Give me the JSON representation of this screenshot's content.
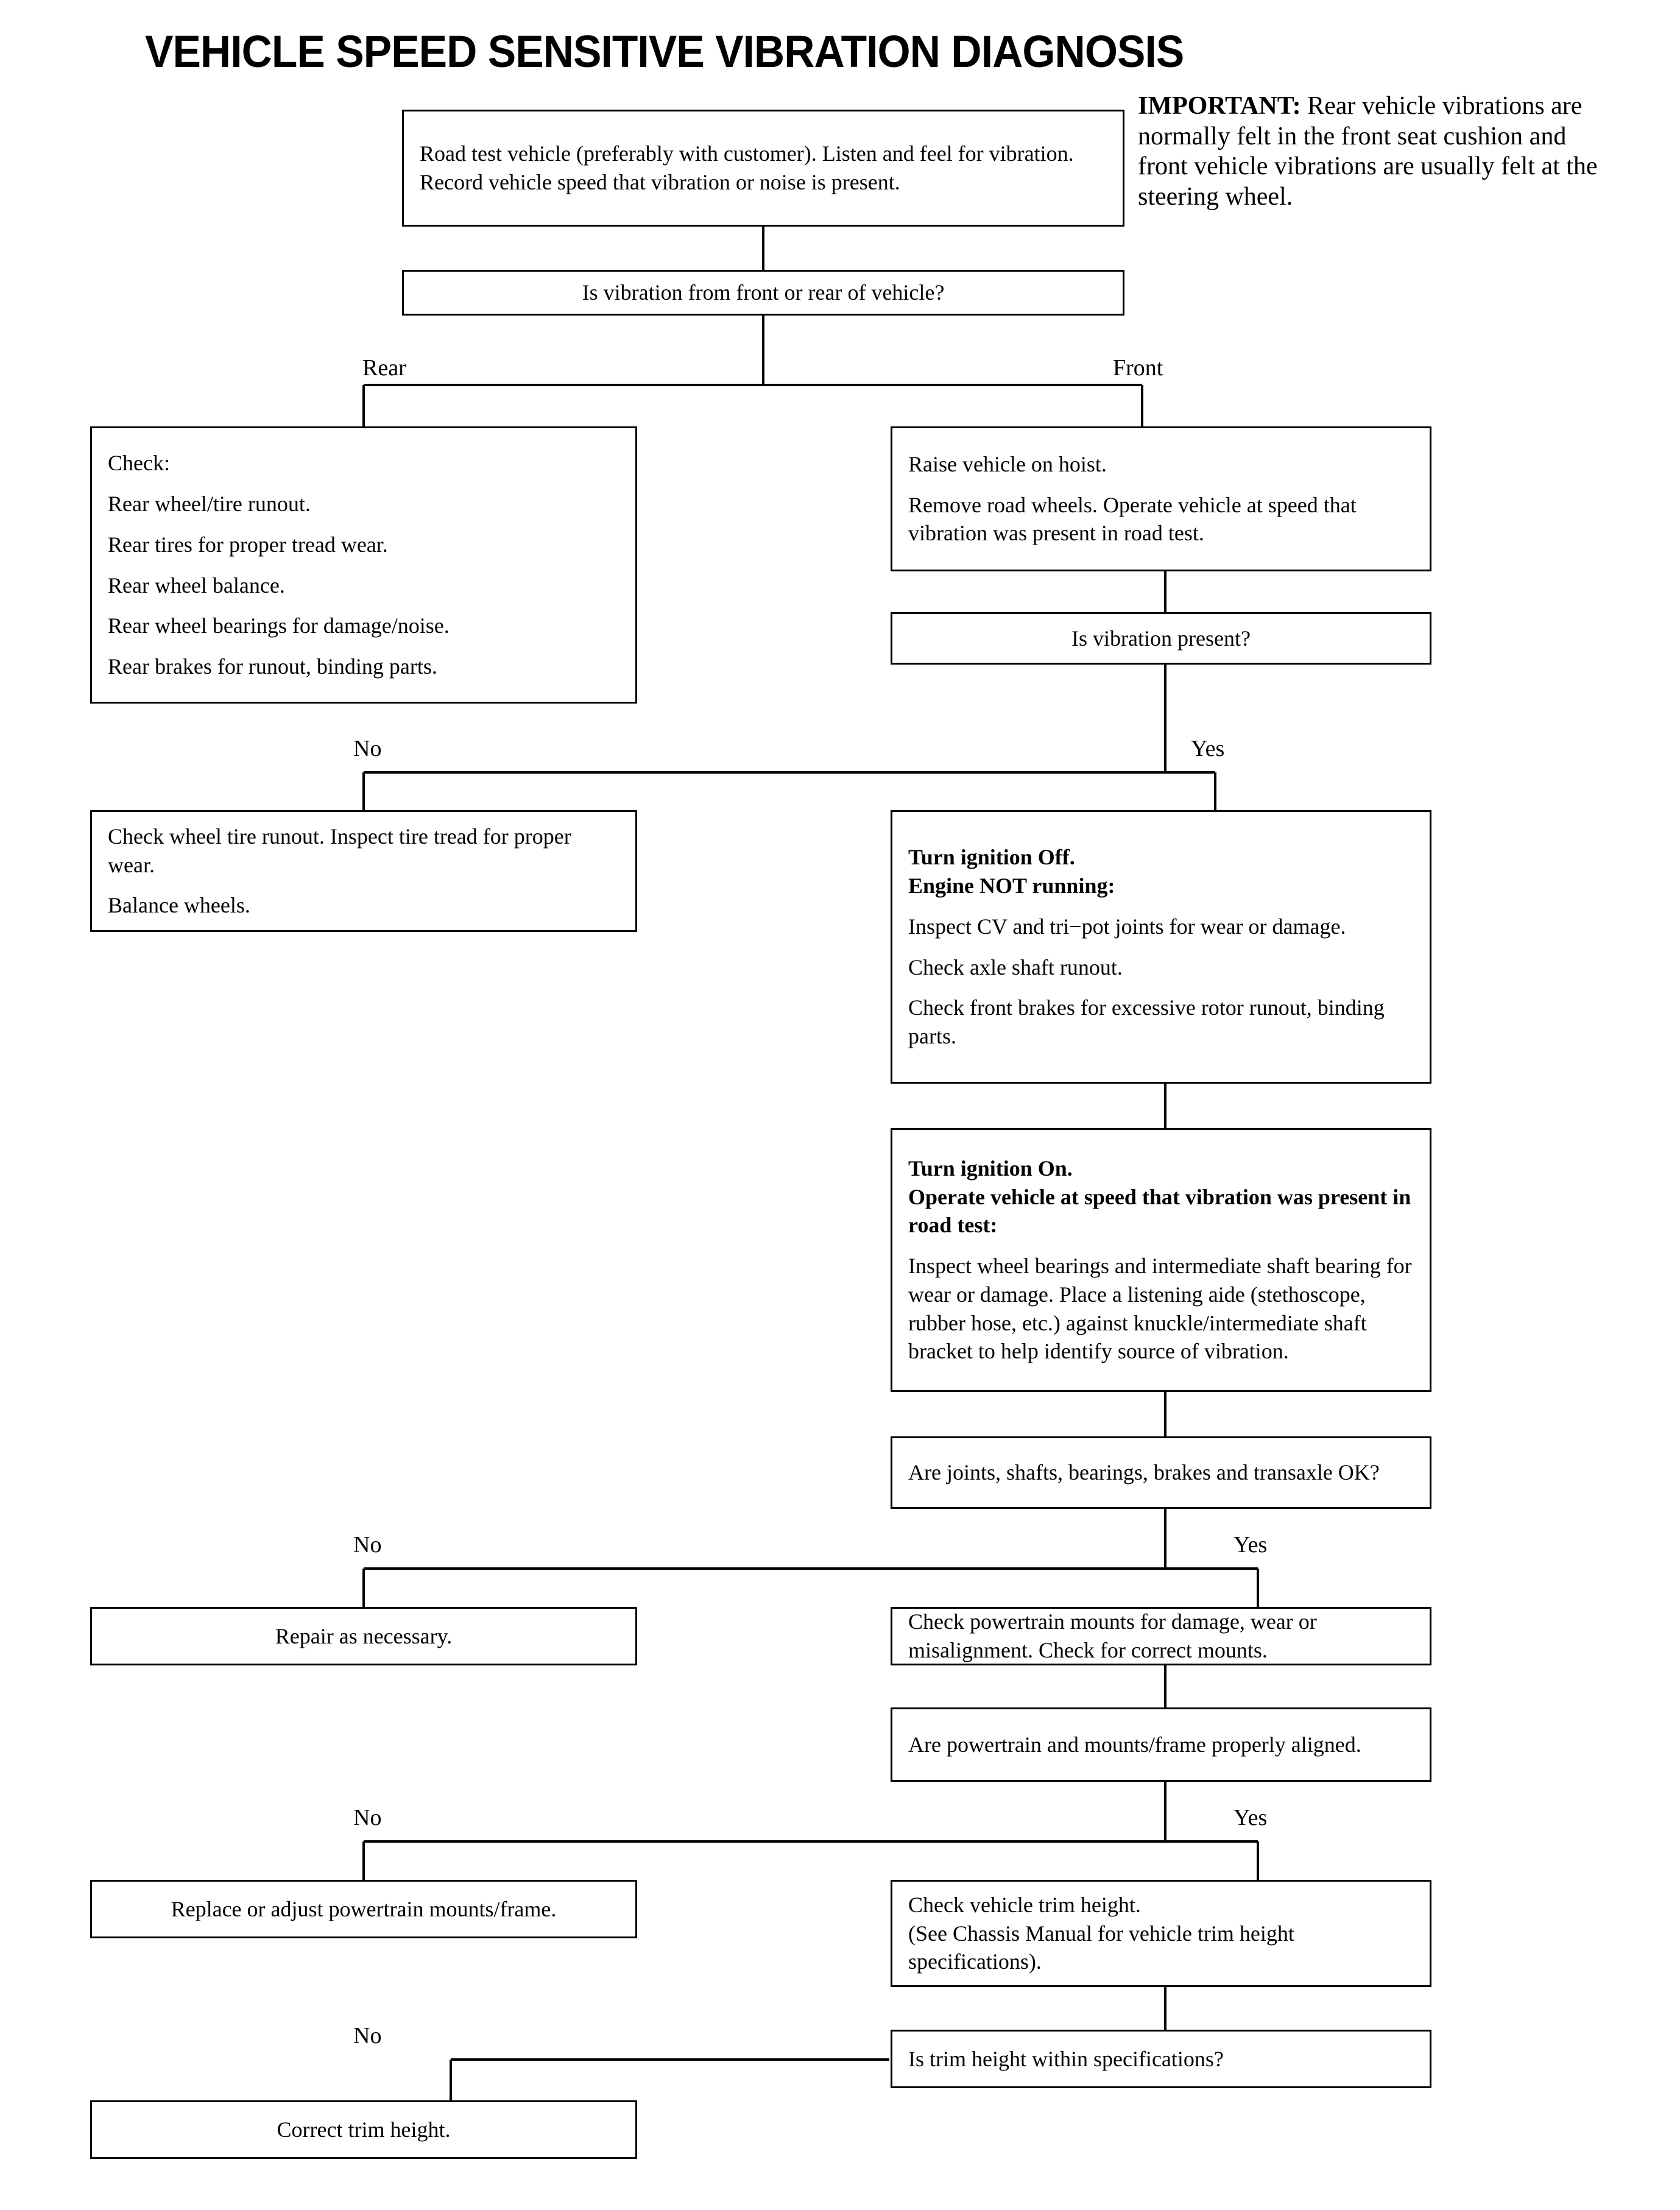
{
  "title": "VEHICLE SPEED SENSITIVE VIBRATION DIAGNOSIS",
  "note": {
    "lead": "IMPORTANT:",
    "text": " Rear vehicle vibrations are normally felt in the front seat cushion and front vehicle vibrations are usually felt at the steering wheel."
  },
  "nodes": {
    "road_test": {
      "lines": [
        "Road test vehicle (preferably with customer). Listen and feel for vibration. Record vehicle speed that vibration or noise is present."
      ]
    },
    "front_or_rear": {
      "text": "Is vibration from front or rear of vehicle?"
    },
    "rear_check": {
      "lines": [
        "Check:",
        "Rear wheel/tire runout.",
        "Rear tires for proper tread wear.",
        "Rear wheel balance.",
        "Rear wheel bearings for damage/noise.",
        "Rear brakes for runout, binding parts."
      ]
    },
    "raise_vehicle": {
      "lines": [
        "Raise vehicle on hoist.",
        "Remove road wheels. Operate vehicle at speed that vibration was present in road test."
      ]
    },
    "vibration_present": {
      "text": "Is vibration present?"
    },
    "check_wheel_tire": {
      "lines": [
        "Check wheel tire runout. Inspect tire tread for proper wear.",
        "Balance wheels."
      ]
    },
    "ignition_off": {
      "heading": [
        "Turn ignition Off.",
        "Engine NOT running:"
      ],
      "lines": [
        "Inspect CV and tri−pot joints for wear or damage.",
        "Check axle shaft runout.",
        "Check front brakes for excessive rotor runout, binding parts."
      ]
    },
    "ignition_on": {
      "heading": [
        "Turn ignition On.",
        "Operate vehicle at speed that vibration was present in road test:"
      ],
      "lines": [
        "Inspect wheel bearings and intermediate shaft bearing for wear or damage. Place a listening aide (stethoscope, rubber hose, etc.) against knuckle/intermediate shaft bracket to help identify source of vibration."
      ]
    },
    "joints_ok": {
      "text": "Are joints, shafts, bearings, brakes and transaxle OK?"
    },
    "repair": {
      "text": "Repair as necessary."
    },
    "check_mounts": {
      "text": "Check powertrain mounts for damage, wear or misalignment. Check for correct mounts."
    },
    "mounts_aligned": {
      "text": "Are powertrain and mounts/frame properly aligned."
    },
    "replace_mounts": {
      "text": "Replace or adjust powertrain mounts/frame."
    },
    "check_trim": {
      "lines": [
        "Check vehicle trim height.",
        "(See Chassis Manual for vehicle trim height specifications)."
      ]
    },
    "trim_within_spec": {
      "text": "Is trim height within specifications?"
    },
    "correct_trim": {
      "text": "Correct trim height."
    }
  },
  "edge_labels": {
    "rear": "Rear",
    "front": "Front",
    "no1": "No",
    "yes1": "Yes",
    "no2": "No",
    "yes2": "Yes",
    "no3": "No",
    "yes3": "Yes",
    "no4": "No"
  },
  "colors": {
    "ink": "#000000",
    "paper": "#ffffff"
  }
}
